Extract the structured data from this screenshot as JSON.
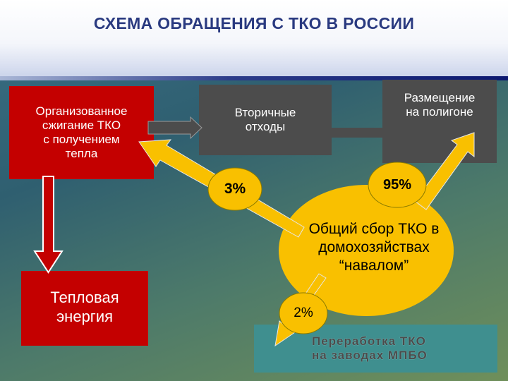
{
  "title": "СХЕМА ОБРАЩЕНИЯ С ТКО В РОССИИ",
  "boxes": {
    "incineration": [
      "Организованное",
      "сжигание ТКО",
      "с получением",
      "тепла"
    ],
    "secondary": [
      "Вторичные",
      "отходы"
    ],
    "landfill": [
      "Размещение",
      "на полигоне"
    ],
    "heat": [
      "Тепловая",
      "энергия"
    ],
    "processing": [
      "Переработка ТКО",
      "на заводах МПБО"
    ]
  },
  "collection": [
    "Общий сбор ТКО в",
    "домохозяйствах",
    "“навалом”"
  ],
  "percents": {
    "incineration": "3%",
    "landfill": "95%",
    "processing": "2%"
  },
  "colors": {
    "box_red": "#c40000",
    "box_grey": "#4c4c4c",
    "box_teal": "#3f8f8f",
    "bubble_yellow": "#f9c000",
    "title_blue": "#2a3a80"
  }
}
